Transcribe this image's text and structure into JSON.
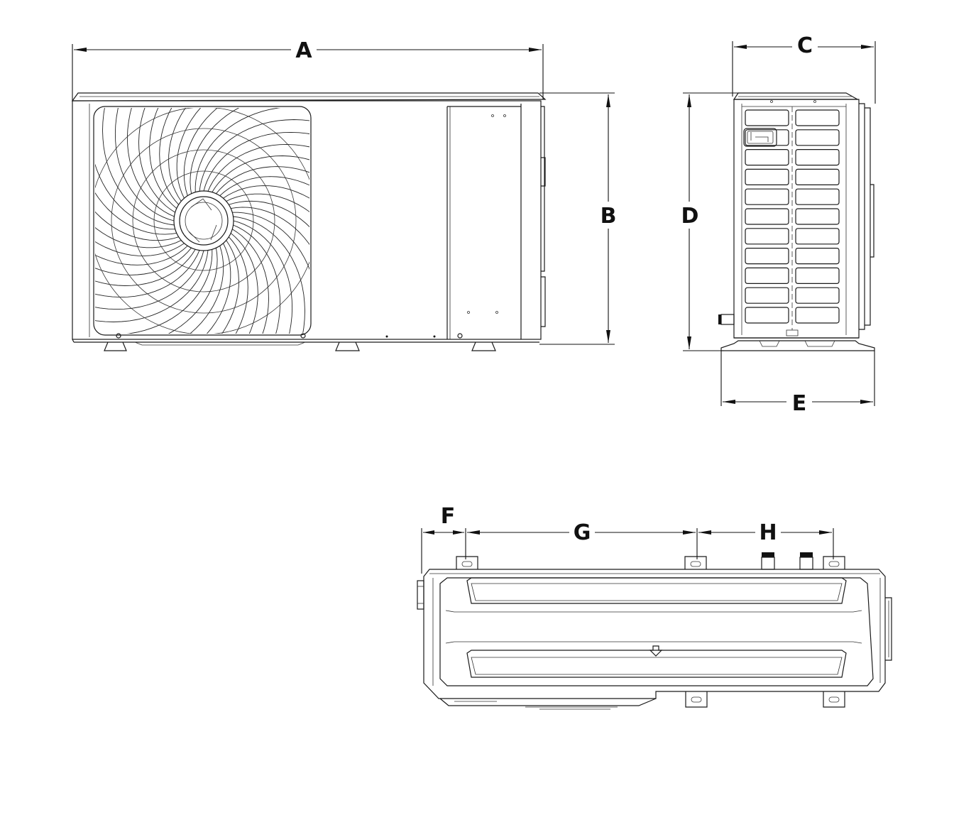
{
  "dimensions": [
    {
      "key": "A",
      "label": "A"
    },
    {
      "key": "B",
      "label": "B"
    },
    {
      "key": "C",
      "label": "C"
    },
    {
      "key": "D",
      "label": "D"
    },
    {
      "key": "E",
      "label": "E"
    },
    {
      "key": "F",
      "label": "F"
    },
    {
      "key": "G",
      "label": "G"
    },
    {
      "key": "H",
      "label": "H"
    }
  ],
  "fan": {
    "spokes": 44
  }
}
